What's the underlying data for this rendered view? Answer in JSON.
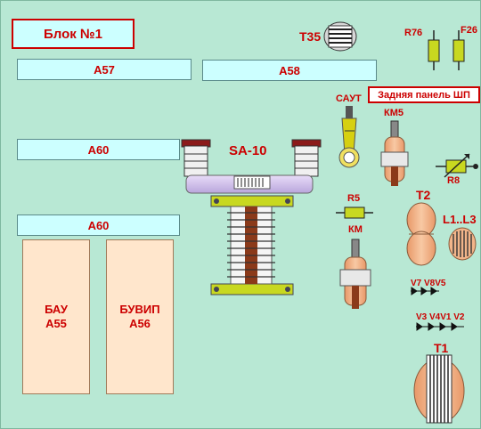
{
  "title": "Блок №1",
  "panel_label": "Задняя панель ШП",
  "blocks": {
    "a57": "А57",
    "a58": "А58",
    "a60_top": "А60",
    "a60_bottom": "А60",
    "bau_name": "БАУ",
    "bau_code": "А55",
    "buvip_name": "БУВИП",
    "buvip_code": "А56"
  },
  "components": {
    "t35": "Т35",
    "r76": "R76",
    "f26": "F26",
    "saut": "САУТ",
    "km5": "КМ5",
    "sa10": "SA-10",
    "r8": "R8",
    "r5": "R5",
    "km": "КМ",
    "t2": "Т2",
    "l13": "L1..L3",
    "v785": "V7 V8V5",
    "v3412": "V3 V4V1 V2",
    "t1": "Т1"
  },
  "colors": {
    "background": "#b8e8d4",
    "label_red": "#cc0000",
    "cyan_block": "#ccffff",
    "peach_block": "#ffe6cc",
    "resistor_green": "#c8d820",
    "coil_salmon": "#f2b58a",
    "switch_lavender": "#d8c8f0"
  }
}
